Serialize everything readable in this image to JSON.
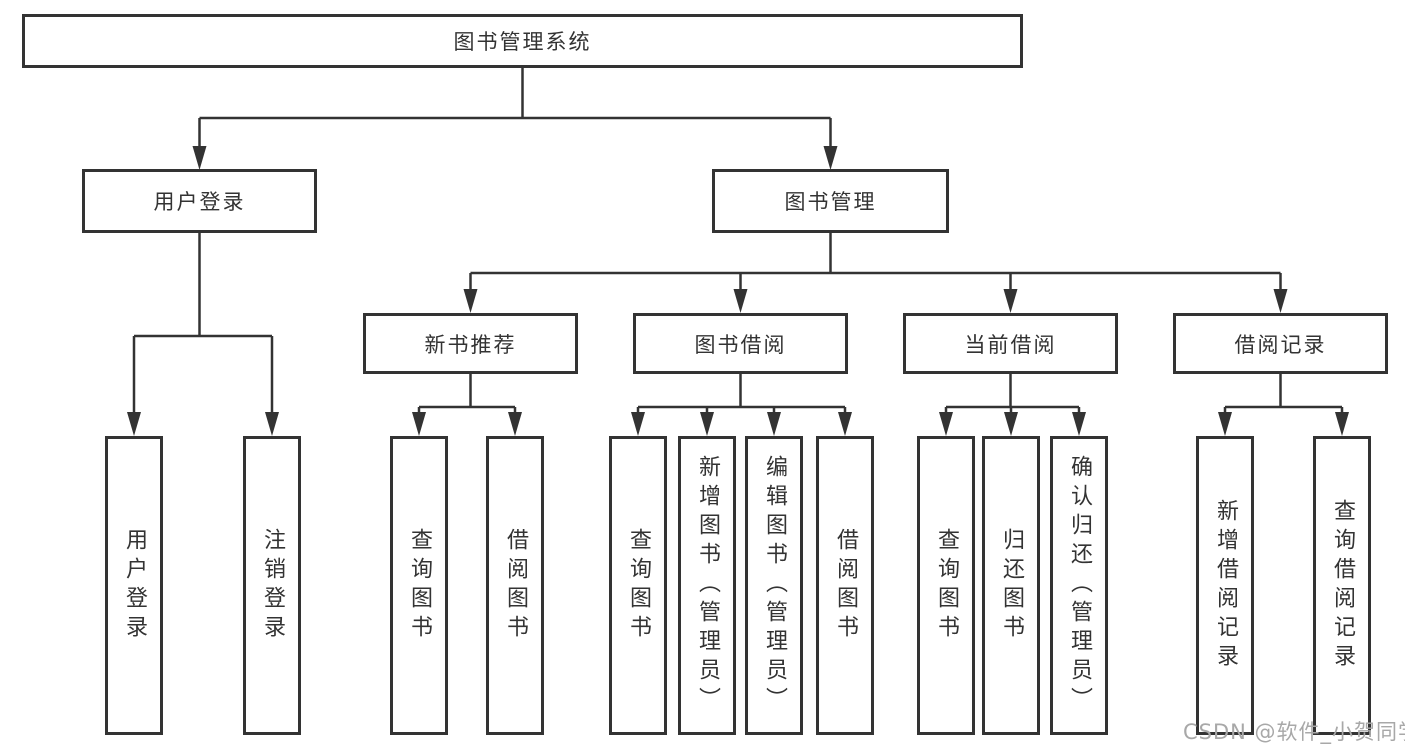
{
  "tree": {
    "root": "图书管理系统",
    "user_login": {
      "label": "用户登录",
      "children": [
        "用户登录",
        "注销登录"
      ]
    },
    "book_mgmt": {
      "label": "图书管理",
      "sections": [
        {
          "label": "新书推荐",
          "children": [
            "查询图书",
            "借阅图书"
          ]
        },
        {
          "label": "图书借阅",
          "children": [
            "查询图书",
            "新增图书（管理员）",
            "编辑图书（管理员）",
            "借阅图书"
          ]
        },
        {
          "label": "当前借阅",
          "children": [
            "查询图书",
            "归还图书",
            "确认归还（管理员）"
          ]
        },
        {
          "label": "借阅记录",
          "children": [
            "新增借阅记录",
            "查询借阅记录"
          ]
        }
      ]
    }
  },
  "watermark": "CSDN @软件_小贺同学",
  "colors": {
    "line": "#333333",
    "text": "#333333",
    "background": "#ffffff",
    "watermark": "#a8a8a8"
  }
}
